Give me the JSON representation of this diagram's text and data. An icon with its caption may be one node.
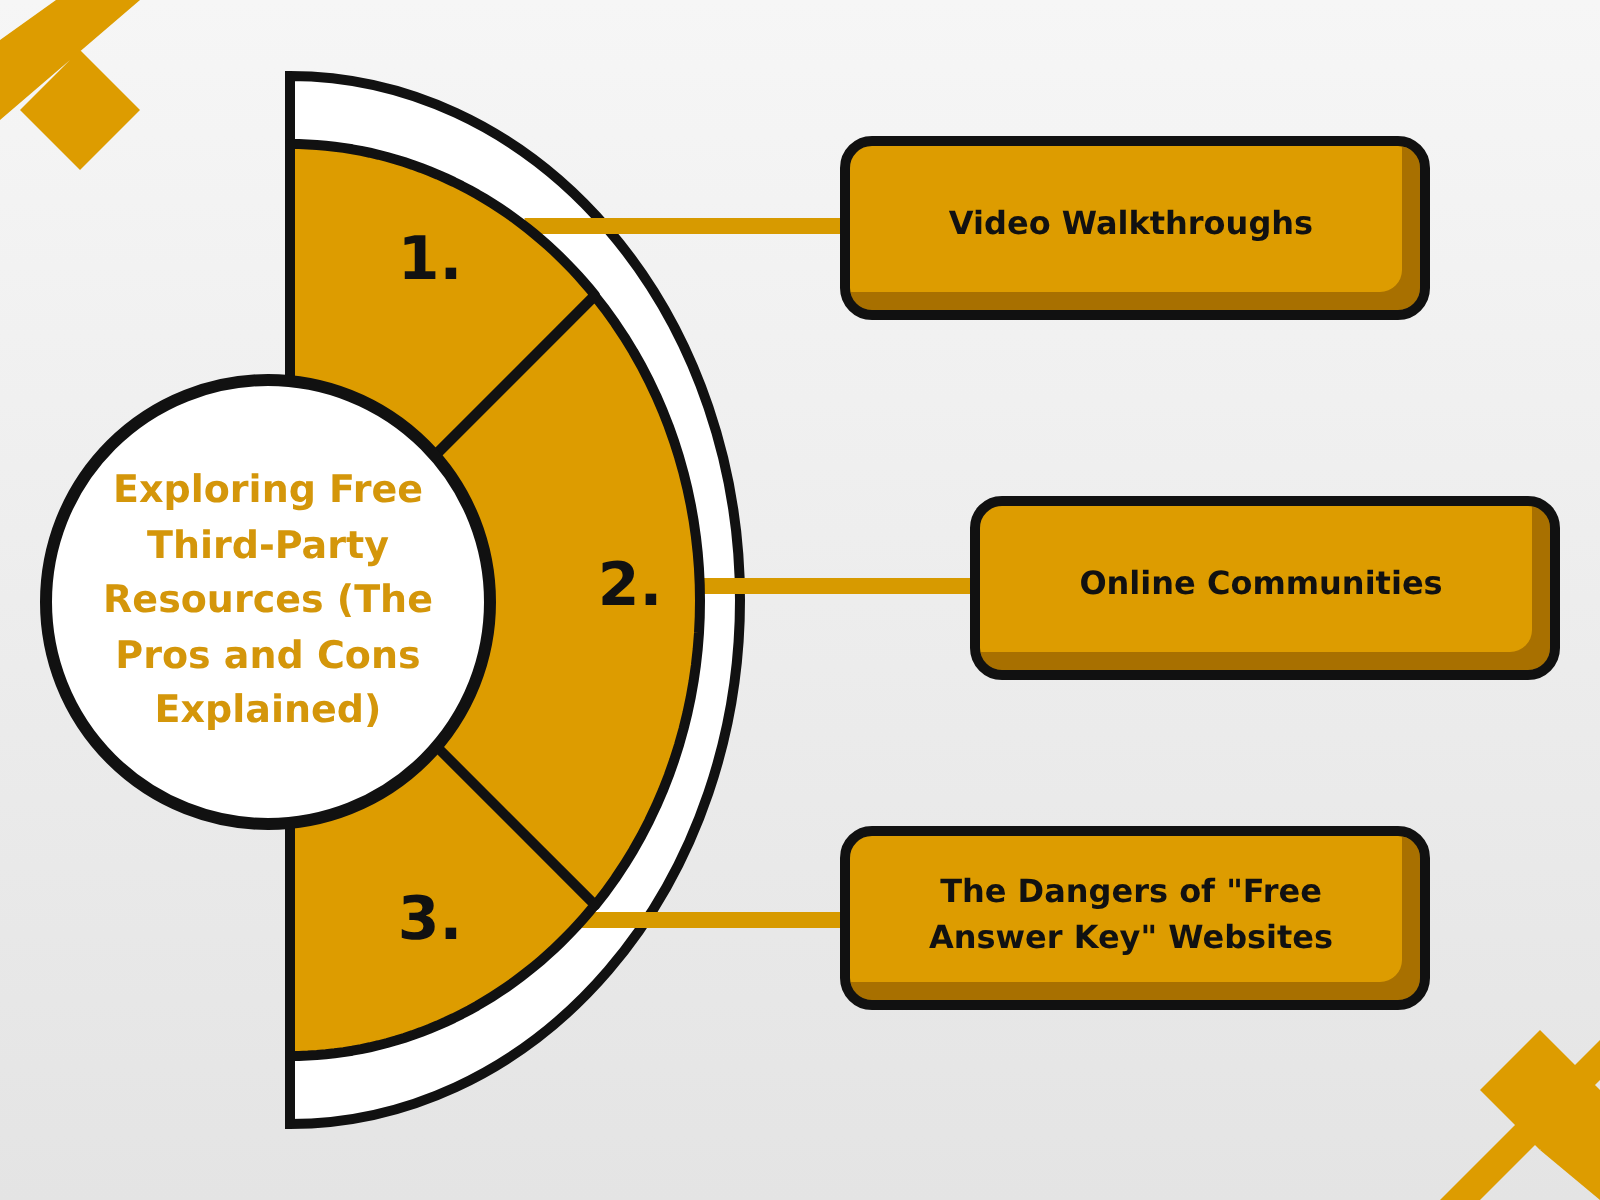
{
  "diagram": {
    "nodes": [
      {
        "text": [
          "Exploring Free Third-Party Resources (The Pros and Cons Explained)"
        ]
      },
      {
        "text": [
          "1."
        ]
      },
      {
        "text": [
          "2."
        ]
      },
      {
        "text": [
          "3."
        ]
      },
      {
        "text": [
          "Video Walkthroughs"
        ]
      },
      {
        "text": [
          "Online Communities"
        ]
      },
      {
        "text": [
          "The Dangers of \"Free Answer Key\" Websites"
        ]
      }
    ],
    "edges": [
      {
        "from": 1,
        "to": 4,
        "arrow": "none"
      },
      {
        "from": 2,
        "to": 5,
        "arrow": "none"
      },
      {
        "from": 3,
        "to": 6,
        "arrow": "none"
      }
    ]
  }
}
